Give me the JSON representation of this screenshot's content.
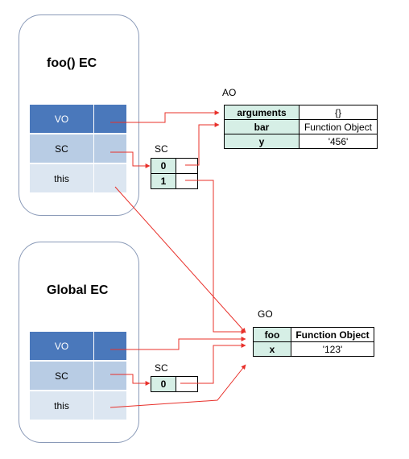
{
  "foo_ec": {
    "title": "foo() EC",
    "rows": {
      "vo": "VO",
      "sc": "SC",
      "this": "this"
    }
  },
  "global_ec": {
    "title": "Global EC",
    "rows": {
      "vo": "VO",
      "sc": "SC",
      "this": "this"
    }
  },
  "foo_sc": {
    "label": "SC",
    "items": [
      "0",
      "1"
    ]
  },
  "global_sc": {
    "label": "SC",
    "items": [
      "0"
    ]
  },
  "ao": {
    "label": "AO",
    "rows": [
      {
        "key": "arguments",
        "value": "{}"
      },
      {
        "key": "bar",
        "value": "Function Object"
      },
      {
        "key": "y",
        "value": "'456'"
      }
    ]
  },
  "go": {
    "label": "GO",
    "rows": [
      {
        "key": "foo",
        "value": "Function Object"
      },
      {
        "key": "x",
        "value": "'123'"
      }
    ]
  },
  "colors": {
    "arrow": "#e8302a",
    "ec_border": "#8a9ab8",
    "vo": "#4a78bb",
    "sc": "#b8cce4",
    "this": "#dce6f1",
    "cell_key": "#d6efe6"
  }
}
